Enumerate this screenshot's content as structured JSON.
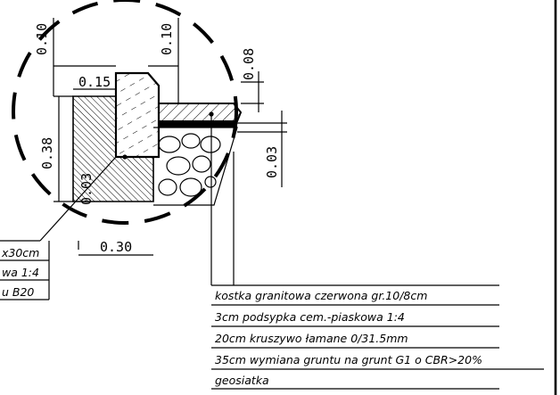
{
  "dimensions": {
    "top_left": "0.10",
    "top_right": "0.10",
    "curb_width": "0.15",
    "right_height": "0.08",
    "left_height": "0.38",
    "slope": "0.03",
    "side_gap": "0.03",
    "base_width": "0.30"
  },
  "left_notes": [
    "x30cm",
    "wa 1:4",
    "u B20"
  ],
  "layer_notes": [
    "kostka granitowa czerwona gr.10/8cm",
    "3cm podsypka cem.-piaskowa 1:4",
    "20cm kruszywo łamane 0/31.5mm",
    "35cm wymiana gruntu na grunt G1 o CBR>20%",
    "geosiatka"
  ],
  "colors": {
    "line": "#000000",
    "background": "#ffffff"
  }
}
